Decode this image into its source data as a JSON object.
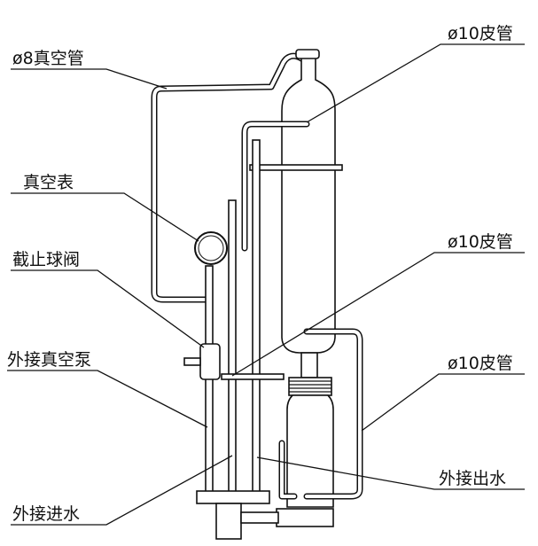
{
  "title": "真空蒸馏装置示意图",
  "labels": {
    "vacuum_tube": "ø8真空管",
    "hose_top": "ø10皮管",
    "vacuum_gauge": "真空表",
    "ball_valve": "截止球阀",
    "hose_middle": "ø10皮管",
    "vacuum_pump": "外接真空泵",
    "hose_lower": "ø10皮管",
    "water_outlet": "外接出水",
    "water_inlet": "外接进水"
  },
  "colors": {
    "line": "#111111",
    "background": "#ffffff"
  }
}
